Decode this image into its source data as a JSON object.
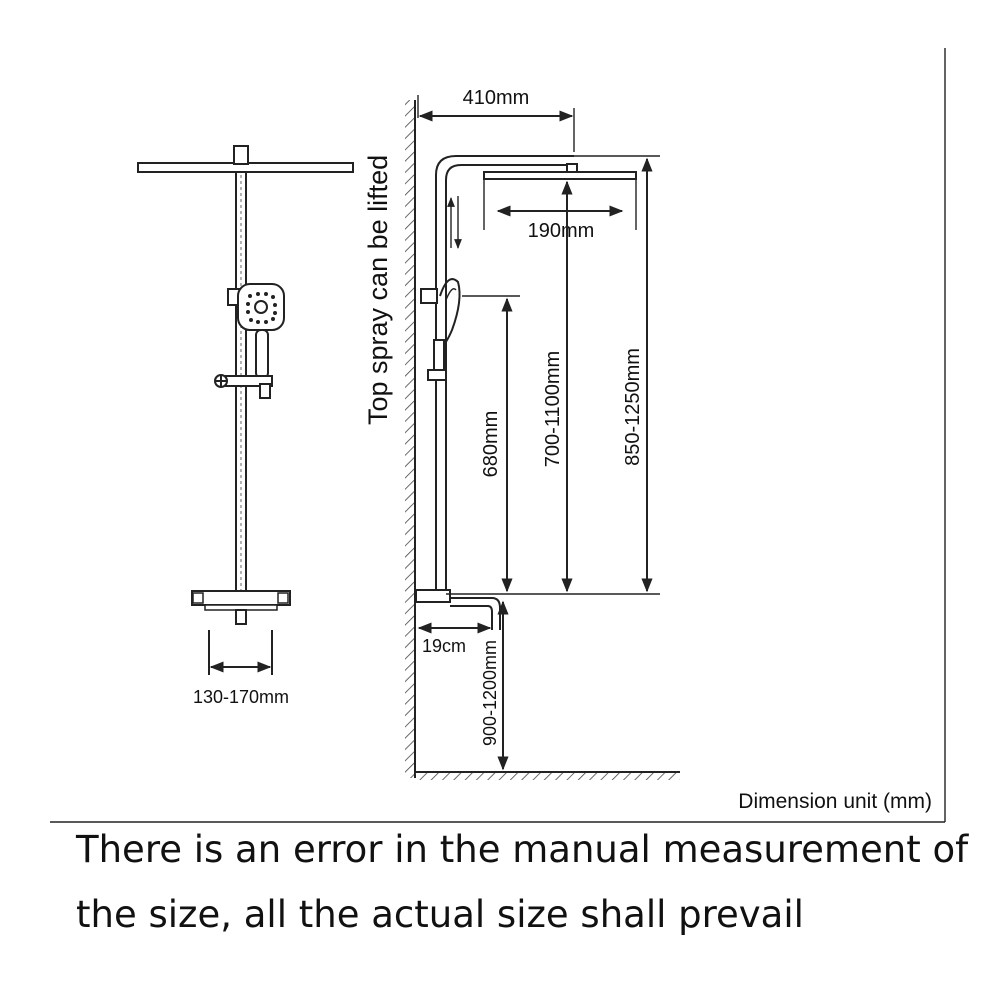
{
  "front_view": {
    "spacing_label": "130-170mm"
  },
  "side_view": {
    "arm_length": "410mm",
    "head_width": "190mm",
    "lift_note": "Top spray can be lifted",
    "hand_height": "680mm",
    "head_height_range": "700-1100mm",
    "top_height_range": "850-1250mm",
    "spout_length": "19cm",
    "mount_height": "900-1200mm"
  },
  "unit_note": "Dimension unit (mm)",
  "footer": {
    "line1": "There is an error in the manual measurement of",
    "line2": "the size, all the actual size shall prevail"
  }
}
